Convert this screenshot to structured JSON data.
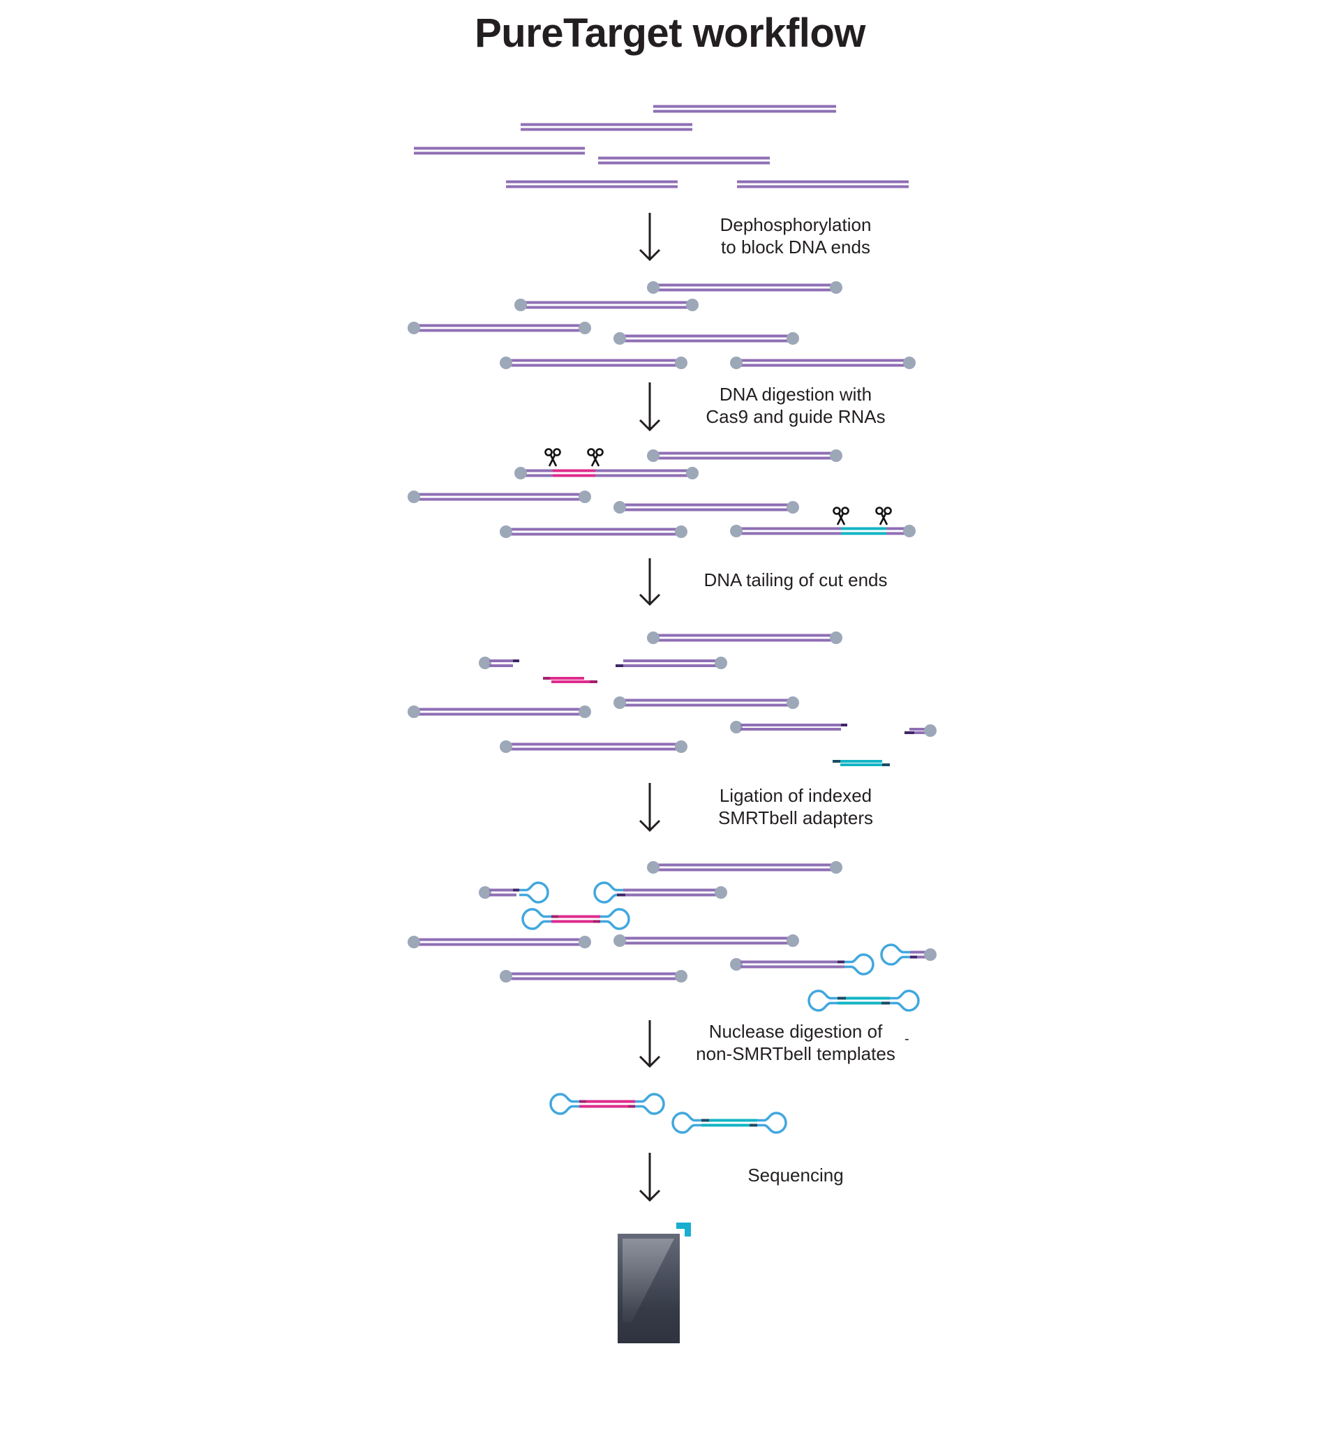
{
  "title": "PureTarget workflow",
  "colors": {
    "dna": "#8f6fb5",
    "dna_light": "#c5b3dc",
    "end_block": "#9ca7b8",
    "target_a": "#de2c8c",
    "target_a_dark": "#a3216b",
    "target_b": "#12b5c4",
    "target_b_dark": "#1b4b63",
    "tail_dark": "#3f2766",
    "adapter": "#41a7de",
    "arrow": "#231f20",
    "instrument": "#3a3f4c",
    "instrument_accent": "#18aecf"
  },
  "steps": [
    {
      "id": "dephosphorylation",
      "lines": [
        "Dephosphorylation",
        "to block DNA ends"
      ]
    },
    {
      "id": "cas9-digestion",
      "lines": [
        "DNA digestion with",
        "Cas9 and guide RNAs"
      ]
    },
    {
      "id": "tailing",
      "lines": [
        "DNA tailing of cut ends"
      ]
    },
    {
      "id": "ligation",
      "lines": [
        "Ligation of indexed",
        "SMRTbell adapters"
      ]
    },
    {
      "id": "nuclease-digestion",
      "lines": [
        "Nuclease digestion of",
        "non-SMRTbell templates"
      ]
    },
    {
      "id": "sequencing",
      "lines": [
        "Sequencing"
      ]
    }
  ],
  "stray_mark": "-",
  "stages": {
    "genomic_dna": {
      "fragment_count": 6,
      "blocked_ends": false
    },
    "dephosphorylated": {
      "fragment_count": 6,
      "blocked_ends": true
    },
    "cas9_cut": {
      "fragment_count": 6,
      "targets": [
        "target_a",
        "target_b"
      ],
      "cut_sites": 4
    },
    "tailed": {
      "fragment_count": 10,
      "released_targets": [
        "target_a",
        "target_b"
      ]
    },
    "ligated": {
      "fragment_count": 10,
      "smrtbell_templates": 2
    },
    "purified": {
      "smrtbell_templates": [
        "target_a",
        "target_b"
      ]
    }
  },
  "icons": {
    "scissors": "scissors-icon",
    "arrow": "arrow-down-icon",
    "instrument": "sequencer-icon"
  }
}
